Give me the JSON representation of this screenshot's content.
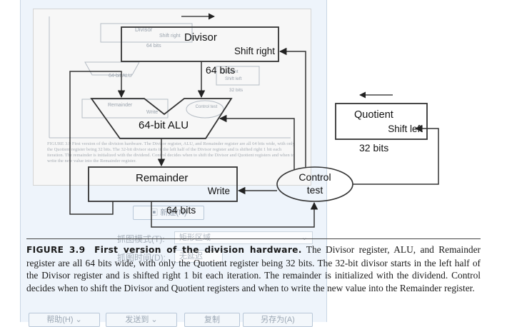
{
  "background_window": {
    "preview_labels": {
      "divisor": "Divisor",
      "shift_right": "Shift right",
      "bits64": "64 bits",
      "alu": "64-bit ALU",
      "remainder": "Remainder",
      "write": "Write",
      "control": "Control test",
      "quotient": "Quotient",
      "shift_left": "Shift left",
      "bits32": "32 bits",
      "caption_ghost": "FIGURE 3.9 First version of the division hardware. The Divisor register, ALU, and Remainder register are all 64 bits wide, with only the Quotient register being 32 bits. The 32-bit divisor starts in the left half of the Divisor register and is shifted right 1 bit each iteration. The remainder is initialized with the dividend. Control decides when to shift the Divisor and Quotient registers and when to write the new value into the Remainder register."
    },
    "new_capture_button": "新建(N)",
    "capture_mode_label": "抓图模式(T):",
    "capture_mode_value": "矩形区域",
    "delay_label": "抓图时间(D):",
    "delay_value": "无延迟",
    "help_button": "帮助(H)",
    "send_button": "发送到",
    "copy_button": "复制",
    "save_button": "另存为(A)"
  },
  "diagram": {
    "divisor_label": "Divisor",
    "shift_right_label": "Shift right",
    "divisor_bits": "64 bits",
    "alu_label": "64-bit ALU",
    "remainder_label": "Remainder",
    "write_label": "Write",
    "remainder_bits": "64 bits",
    "control_line1": "Control",
    "control_line2": "test",
    "quotient_label": "Quotient",
    "shift_left_label": "Shift left",
    "quotient_bits": "32 bits"
  },
  "caption": {
    "label": "FIGURE 3.9",
    "title": "First version of the division hardware.",
    "body": " The Divisor register, ALU, and Remainder register are all 64 bits wide, with only the Quotient register being 32 bits. The 32-bit divisor starts in the left half of the Divisor register and is shifted right 1 bit each iteration. The remainder is initialized with the dividend. Control decides when to shift the Divisor and Quotient registers and when to write the new value into the Remainder register."
  }
}
